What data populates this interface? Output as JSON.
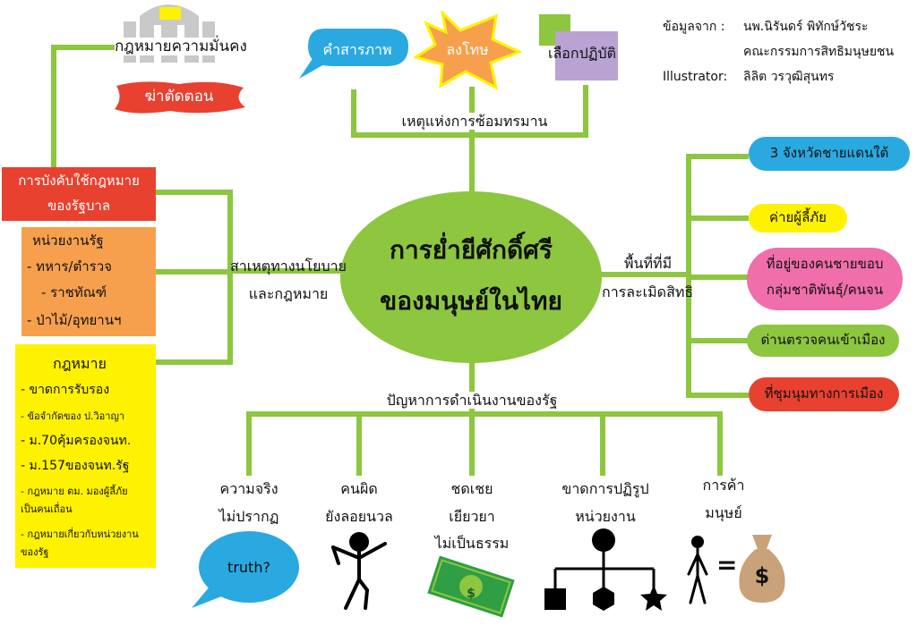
{
  "center": {
    "line1": "การย่ำยีศักดิ์ศรี",
    "line2": "ของมนุษย์ในไทย"
  },
  "credits": {
    "source_label": "ข้อมูลจาก :",
    "source_name": "นพ.นิรันดร์ พิทักษ์วัชระ",
    "source_org": "คณะกรรมการสิทธิมนุษยชน",
    "illustrator_label": "Illustrator:",
    "illustrator_name": "ลิลิต วรวุฒิสุนทร"
  },
  "top": {
    "branch_label": "เหตุแห่งการซ้อมทรมาน",
    "items": [
      "คำสารภาพ",
      "ลงโทษ",
      "เลือกปฏิบัติ"
    ]
  },
  "left": {
    "branch_label_1": "สาเหตุทางนโยบาย",
    "branch_label_2": "และกฎหมาย",
    "security_law": "กฎหมายความมั่นคง",
    "cut_steps": "ฆ่าตัดตอน",
    "enforcement": {
      "line1": "การบังคับใช้กฎหมาย",
      "line2": "ของรัฐบาล"
    },
    "agencies": {
      "title": "หน่วยงานรัฐ",
      "items": [
        "- ทหาร/ตำรวจ",
        "- ราชทัณฑ์",
        "- ป่าไม้/อุทยานฯ"
      ]
    },
    "laws": {
      "title": "กฎหมาย",
      "items": [
        "- ขาดการรับรอง",
        "- ข้อจำกัดของ ป.วิอาญา",
        "- ม.70คุ้มครองจนท.",
        "- ม.157ของจนท.รัฐ",
        "- กฎหมาย ตม. มองผู้ลี้ภัย",
        "เป็นคนเถื่อน",
        "- กฎหมายเกี่ยวกับหน่วยงาน",
        "ของรัฐ"
      ]
    }
  },
  "right": {
    "branch_label_1": "พื้นที่ที่มี",
    "branch_label_2": "การละเมิดสิทธิ",
    "items": [
      "3 จังหวัดชายแดนใต้",
      "ค่ายผู้ลี้ภัย",
      "ที่อยู่ของคนชายขอบ",
      "กลุ่มชาติพันธุ์/คนจน",
      "ด่านตรวจคนเข้าเมือง",
      "ที่ชุมนุมทางการเมือง"
    ]
  },
  "bottom": {
    "branch_label": "ปัญหาการดำเนินงานของรัฐ",
    "items": [
      {
        "line1": "ความจริง",
        "line2": "ไม่ปรากฏ",
        "line3": ""
      },
      {
        "line1": "คนผิด",
        "line2": "ยังลอยนวล",
        "line3": ""
      },
      {
        "line1": "ชดเชย",
        "line2": "เยียวยา",
        "line3": "ไม่เป็นธรรม"
      },
      {
        "line1": "ขาดการปฏิรูป",
        "line2": "หน่วยงาน",
        "line3": ""
      },
      {
        "line1": "การค้า",
        "line2": "มนุษย์",
        "line3": ""
      }
    ],
    "truth_bubble": "truth?",
    "dollar": "$",
    "equals": "="
  },
  "colors": {
    "line_green": "#8dc63f",
    "center_green": "#8dc63f",
    "red": "#e8412f",
    "orange": "#f6a04d",
    "yellow": "#fff200",
    "blue": "#2aa9e0",
    "pink": "#f06eaa",
    "purple": "#b9a3d3",
    "grey": "#c9c9c9"
  },
  "icons": [
    "court-building-icon",
    "speech-bubble-icon",
    "explosion-icon",
    "square-icons",
    "stick-figure-icon",
    "banknote-icon",
    "org-chart-icon",
    "money-bag-icon"
  ]
}
